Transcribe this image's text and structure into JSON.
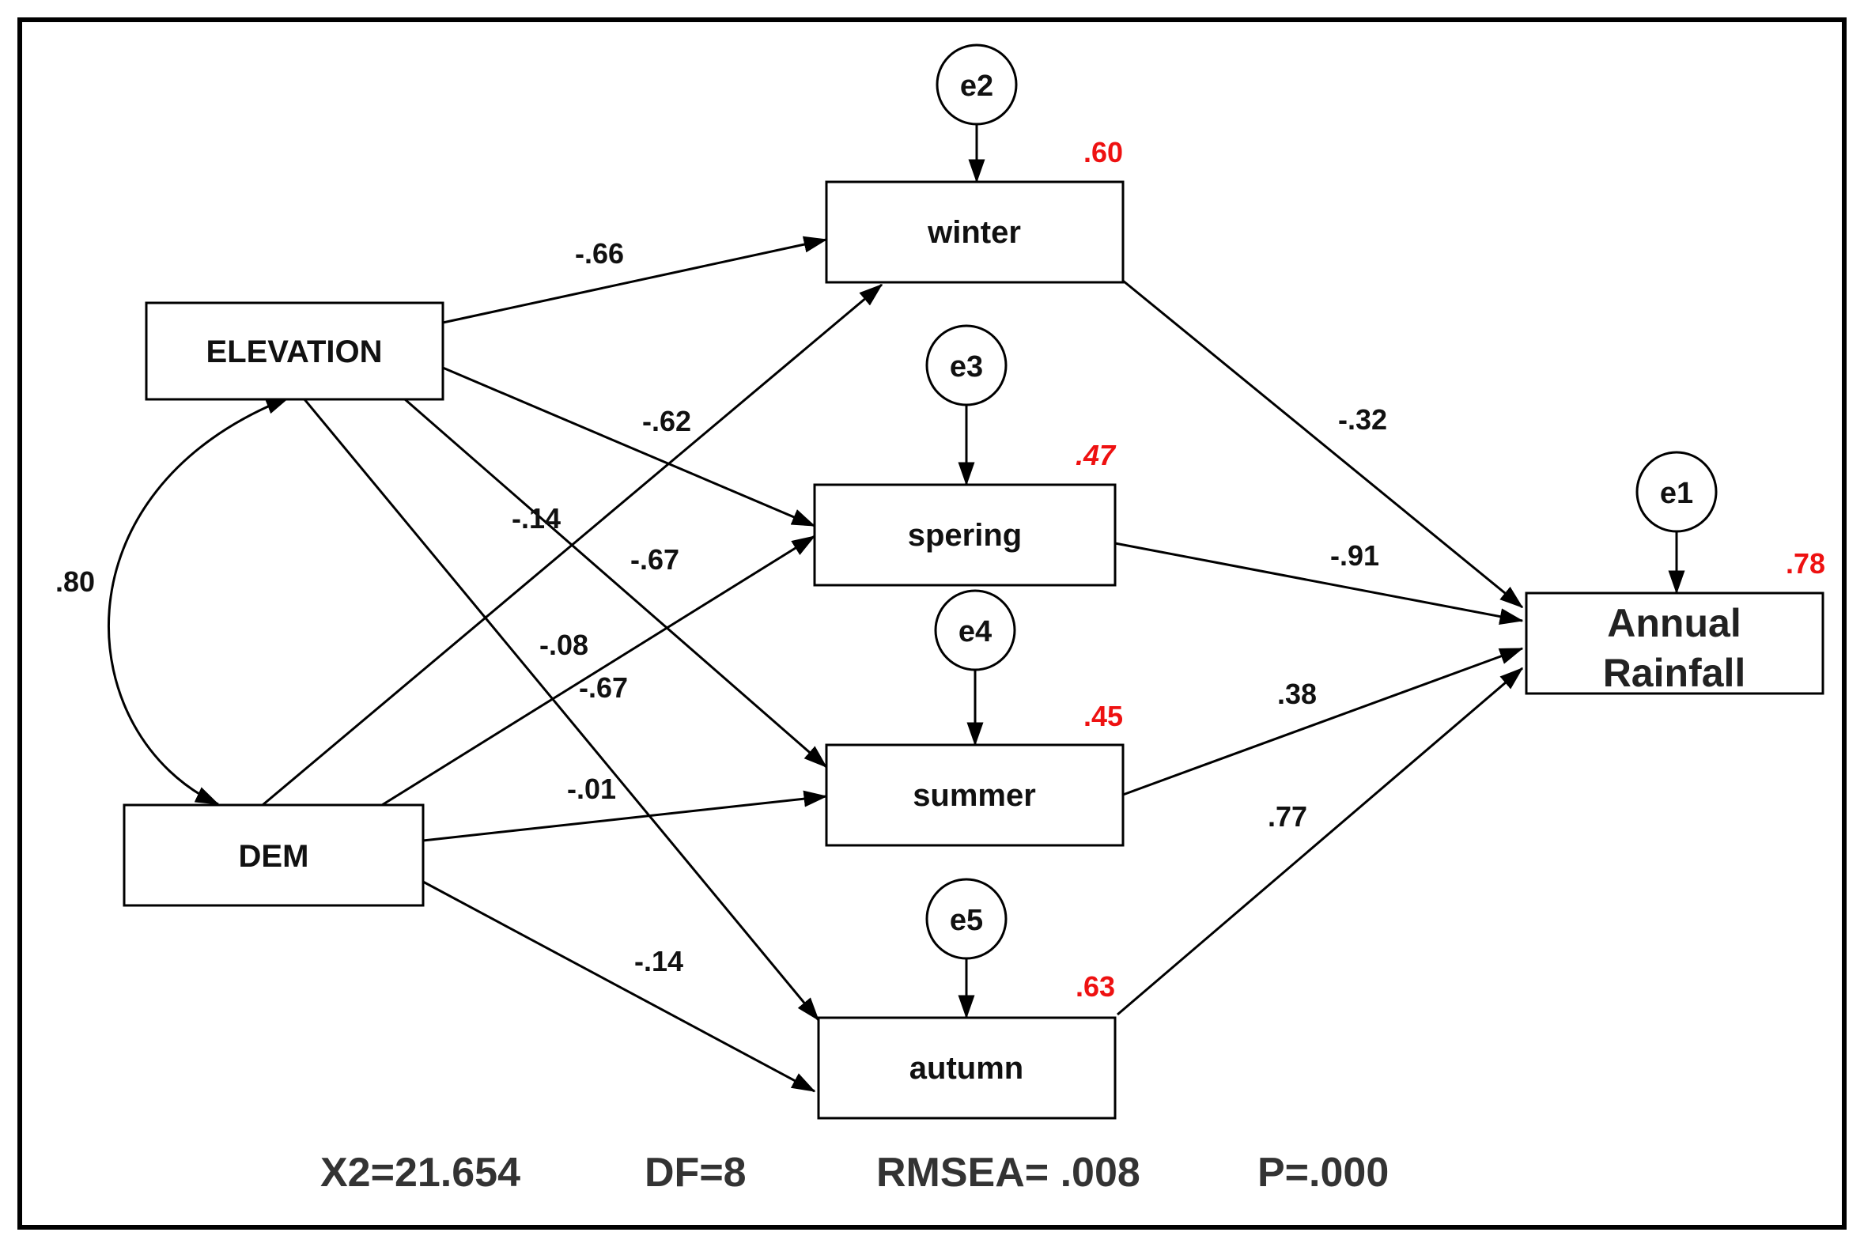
{
  "nodes": {
    "elevation": "ELEVATION",
    "dem": "DEM",
    "winter": "winter",
    "spring": "spering",
    "summer": "summer",
    "autumn": "autumn",
    "annual_line1": "Annual",
    "annual_line2": "Rainfall"
  },
  "errors": {
    "e1": "e1",
    "e2": "e2",
    "e3": "e3",
    "e4": "e4",
    "e5": "e5"
  },
  "r_squared": {
    "winter": ".60",
    "spring": ".47",
    "summer": ".45",
    "autumn": ".63",
    "annual": ".78"
  },
  "coefficients": {
    "correlation_elev_dem": ".80",
    "elev_winter": "-.66",
    "elev_spring": "-.62",
    "elev_summer": "-.14",
    "elev_autumn": "-.08",
    "dem_winter": "-.67",
    "dem_spring": "-.67",
    "dem_summer": "-.01",
    "dem_autumn": "-.14",
    "winter_annual": "-.32",
    "spring_annual": "-.91",
    "summer_annual": ".38",
    "autumn_annual": ".77"
  },
  "fit": {
    "x2": "X2=21.654",
    "df": "DF=8",
    "rmsea": "RMSEA= .008",
    "p": "P=.000"
  }
}
